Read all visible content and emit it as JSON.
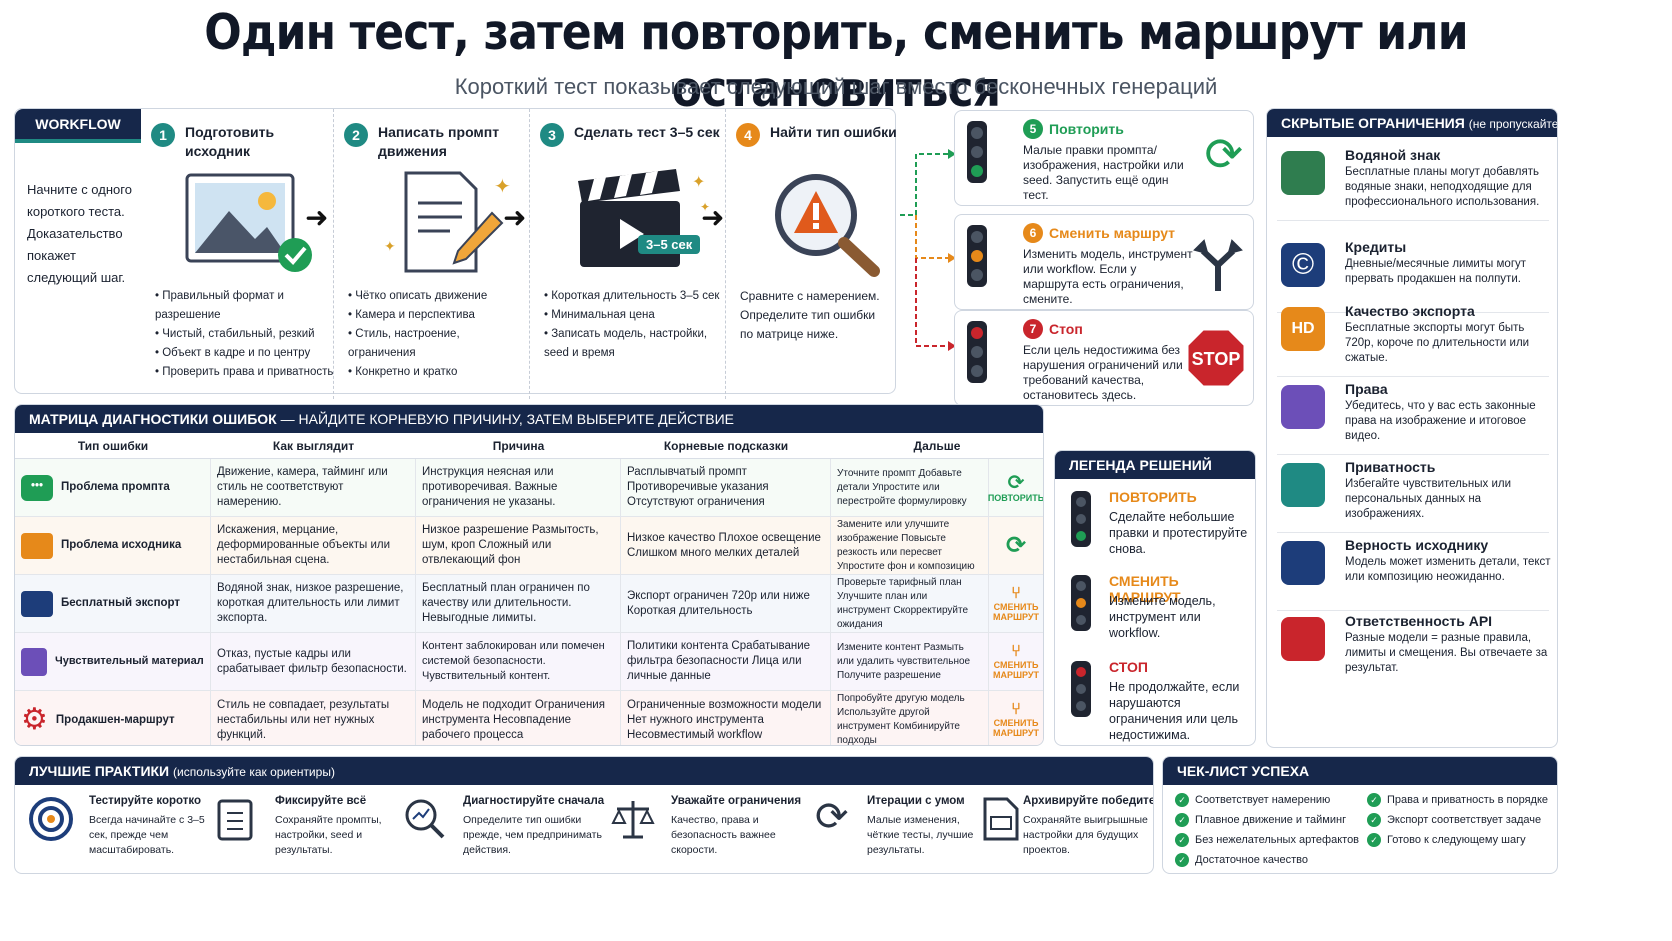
{
  "title": "Один тест, затем повторить, сменить маршрут или остановиться",
  "subtitle": "Короткий тест показывает следующий шаг вместо бесконечных генераций",
  "workflow": {
    "tag": "WORKFLOW",
    "intro": "Начните с одного короткого теста. Доказательство покажет следующий шаг.",
    "steps": [
      {
        "num": "1",
        "title": "Подготовить исходник",
        "bullets": [
          "Правильный формат и разрешение",
          "Чистый, стабильный, резкий",
          "Объект в кадре и по центру",
          "Проверить права и приватность"
        ]
      },
      {
        "num": "2",
        "title": "Написать промпт движения",
        "bullets": [
          "Чётко описать движение",
          "Камера и перспектива",
          "Стиль, настроение, ограничения",
          "Конкретно и кратко"
        ]
      },
      {
        "num": "3",
        "title": "Сделать тест 3–5 сек",
        "badge": "3–5 сек",
        "bullets": [
          "Короткая длительность 3–5 сек",
          "Минимальная цена",
          "Записать модель, настройки, seed и время"
        ]
      },
      {
        "num": "4",
        "title": "Найти тип ошибки",
        "text": "Сравните с намерением. Определите тип ошибки по матрице ниже."
      }
    ]
  },
  "options": [
    {
      "num": "5",
      "title": "Повторить",
      "desc": "Малые правки промпта/изображения, настройки или seed. Запустить ещё один тест.",
      "color": "#1f9d55"
    },
    {
      "num": "6",
      "title": "Сменить маршрут",
      "desc": "Изменить модель, инструмент или workflow. Если у маршрута есть ограничения, смените.",
      "color": "#e6891a"
    },
    {
      "num": "7",
      "title": "Стоп",
      "desc": "Если цель недостижима без нарушения ограничений или требований качества, остановитесь здесь.",
      "color": "#c9252c",
      "sign": "STOP"
    }
  ],
  "matrix": {
    "header": "МАТРИЦА ДИАГНОСТИКИ ОШИБОК",
    "header_rest": " — НАЙДИТЕ КОРНЕВУЮ ПРИЧИНУ, ЗАТЕМ ВЫБЕРИТЕ ДЕЙСТВИЕ",
    "columns": [
      "Тип ошибки",
      "Как выглядит",
      "Причина",
      "Корневые подсказки",
      "Дальше"
    ],
    "rows": [
      {
        "type": "Проблема промпта",
        "look": "Движение, камера, тайминг или стиль не соответствуют намерению.",
        "cause": "Инструкция неясная или противоречивая. Важные ограничения не указаны.",
        "hints": "Расплывчатый промпт Противоречивые указания Отсутствуют ограничения",
        "next": "Уточните промпт Добавьте детали Упростите или перестройте формулировку",
        "action": "ПОВТОРИТЬ",
        "icon_color": "#1f9d55"
      },
      {
        "type": "Проблема исходника",
        "look": "Искажения, мерцание, деформированные объекты или нестабильная сцена.",
        "cause": "Низкое разрешение Размытость, шум, кроп Сложный или отвлекающий фон",
        "hints": "Низкое качество Плохое освещение Слишком много мелких деталей",
        "next": "Замените или улучшите изображение Повысьте резкость или пересвет Упростите фон и композицию",
        "action": "",
        "icon_color": "#e6891a"
      },
      {
        "type": "Бесплатный экспорт",
        "look": "Водяной знак, низкое разрешение, короткая длительность или лимит экспорта.",
        "cause": "Бесплатный план ограничен по качеству или длительности. Невыгодные лимиты.",
        "hints": "Экспорт ограничен 720p или ниже Короткая длительность",
        "next": "Проверьте тарифный план Улучшите план или инструмент Скорректируйте ожидания",
        "action": "СМЕНИТЬ МАРШРУТ",
        "icon_color": "#1d3d7a"
      },
      {
        "type": "Чувствительный материал",
        "look": "Отказ, пустые кадры или срабатывает фильтр безопасности.",
        "cause": "Контент заблокирован или помечен системой безопасности. Чувствительный контент.",
        "hints": "Политики контента Срабатывание фильтра безопасности Лица или личные данные",
        "next": "Измените контент Размыть или удалить чувствительное Получите разрешение",
        "action": "СМЕНИТЬ МАРШРУТ",
        "icon_color": "#6c4fb8"
      },
      {
        "type": "Продакшен-маршрут",
        "look": "Стиль не совпадает, результаты нестабильны или нет нужных функций.",
        "cause": "Модель не подходит Ограничения инструмента Несовпадение рабочего процесса",
        "hints": "Ограниченные возможности модели Нет нужного инструмента Несовместимый workflow",
        "next": "Попробуйте другую модель Используйте другой инструмент Комбинируйте подходы",
        "action": "СМЕНИТЬ МАРШРУТ",
        "icon_color": "#c9252c"
      }
    ]
  },
  "hidden": {
    "header": "СКРЫТЫЕ ОГРАНИЧЕНИЯ",
    "header_note": "(не пропускайте)",
    "items": [
      {
        "title": "Водяной знак",
        "desc": "Бесплатные планы могут добавлять водяные знаки, неподходящие для профессионального использования.",
        "color": "#2f7d4f"
      },
      {
        "title": "Кредиты",
        "desc": "Дневные/месячные лимиты могут прервать продакшен на полпути.",
        "color": "#1d3d7a"
      },
      {
        "title": "Качество экспорта",
        "desc": "Бесплатные экспорты могут быть 720p, короче по длительности или сжатые.",
        "color": "#e6891a",
        "badge": "HD"
      },
      {
        "title": "Права",
        "desc": "Убедитесь, что у вас есть законные права на изображение и итоговое видео.",
        "color": "#6c4fb8"
      },
      {
        "title": "Приватность",
        "desc": "Избегайте чувствительных или персональных данных на изображениях.",
        "color": "#1f8a83"
      },
      {
        "title": "Верность исходнику",
        "desc": "Модель может изменить детали, текст или композицию неожиданно.",
        "color": "#1d3d7a"
      },
      {
        "title": "Ответственность API",
        "desc": "Разные модели = разные правила, лимиты и смещения. Вы отвечаете за результат.",
        "color": "#c9252c"
      }
    ]
  },
  "legend": {
    "header": "ЛЕГЕНДА РЕШЕНИЙ",
    "items": [
      {
        "title": "ПОВТОРИТЬ",
        "desc": "Сделайте небольшие правки и протестируйте снова."
      },
      {
        "title": "СМЕНИТЬ МАРШРУТ",
        "desc": "Измените модель, инструмент или workflow."
      },
      {
        "title": "СТОП",
        "desc": "Не продолжайте, если нарушаются ограничения или цель недостижима."
      }
    ]
  },
  "best": {
    "header": "ЛУЧШИЕ ПРАКТИКИ",
    "header_note": "(используйте как ориентиры)",
    "items": [
      {
        "title": "Тестируйте коротко",
        "desc": "Всегда начинайте с 3–5 сек, прежде чем масштабировать."
      },
      {
        "title": "Фиксируйте всё",
        "desc": "Сохраняйте промпты, настройки, seed и результаты."
      },
      {
        "title": "Диагностируйте сначала",
        "desc": "Определите тип ошибки прежде, чем предпринимать действия."
      },
      {
        "title": "Уважайте ограничения",
        "desc": "Качество, права и безопасность важнее скорости."
      },
      {
        "title": "Итерации с умом",
        "desc": "Малые изменения, чёткие тесты, лучшие результаты."
      },
      {
        "title": "Архивируйте победителей",
        "desc": "Сохраняйте выигрышные настройки для будущих проектов."
      }
    ]
  },
  "checklist": {
    "header": "ЧЕК-ЛИСТ УСПЕХА",
    "items": [
      "Соответствует намерению",
      "Плавное движение и тайминг",
      "Без нежелательных артефактов",
      "Достаточное качество",
      "Права и приватность в порядке",
      "Экспорт соответствует задаче",
      "Готово к следующему шагу"
    ]
  },
  "colors": {
    "navy": "#16274a",
    "green": "#1f9d55",
    "orange": "#e6891a",
    "red": "#c9252c",
    "teal": "#1f8a83"
  }
}
